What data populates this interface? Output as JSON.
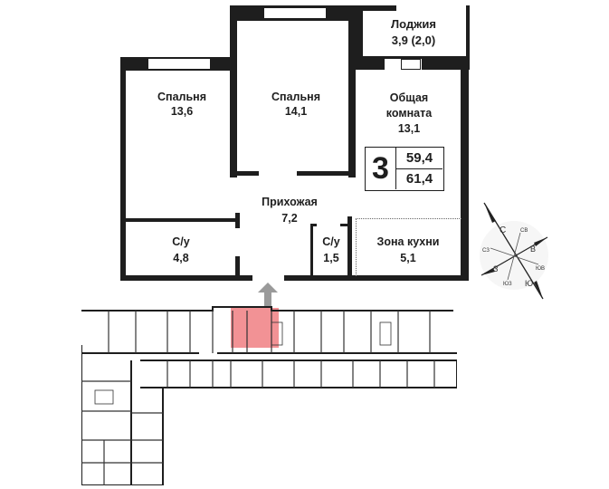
{
  "floor_plan": {
    "rooms": [
      {
        "id": "bedroom1",
        "name": "Спальня",
        "area": "13,6"
      },
      {
        "id": "bedroom2",
        "name": "Спальня",
        "area": "14,1"
      },
      {
        "id": "loggia",
        "name": "Лоджия",
        "area": "3,9 (2,0)"
      },
      {
        "id": "living",
        "name_line1": "Общая",
        "name_line2": "комната",
        "area": "13,1"
      },
      {
        "id": "hallway",
        "name": "Прихожая",
        "area": "7,2"
      },
      {
        "id": "bathroom1",
        "name": "С/у",
        "area": "4,8"
      },
      {
        "id": "bathroom2",
        "name": "С/у",
        "area": "1,5"
      },
      {
        "id": "kitchen",
        "name": "Зона кухни",
        "area": "5,1"
      }
    ],
    "summary": {
      "room_count": "3",
      "living_area": "59,4",
      "total_area": "61,4"
    }
  },
  "compass": {
    "N": "С",
    "S": "Ю",
    "E": "В",
    "W": "З",
    "NE": "СВ",
    "NW": "СЗ",
    "SE": "ЮВ",
    "SW": "ЮЗ"
  },
  "colors": {
    "wall": "#1e1e1e",
    "highlight": "#f07f82",
    "entry_arrow": "#9a9a9a"
  },
  "building_plan": {
    "highlighted_unit": "3-room apartment"
  }
}
